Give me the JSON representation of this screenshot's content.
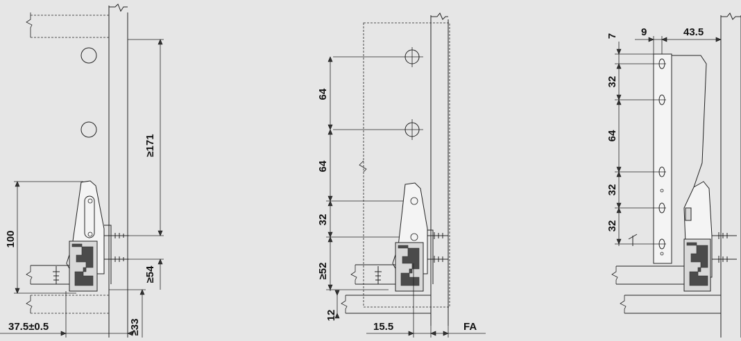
{
  "diagram": {
    "left": {
      "dim_height_100": "100",
      "dim_min_171": "≥171",
      "dim_min_54": "≥54",
      "dim_min_33": "≥33",
      "dim_offset": "37.5±0.5"
    },
    "middle": {
      "dim_64_top": "64",
      "dim_64_mid": "64",
      "dim_32": "32",
      "dim_min_52": "≥52",
      "dim_12": "12",
      "dim_15_5": "15.5",
      "dim_fa": "FA"
    },
    "right": {
      "dim_9": "9",
      "dim_43_5": "43.5",
      "dim_7": "7",
      "dim_32_top": "32",
      "dim_64": "64",
      "dim_32_mid": "32",
      "dim_32_bottom": "32"
    }
  }
}
